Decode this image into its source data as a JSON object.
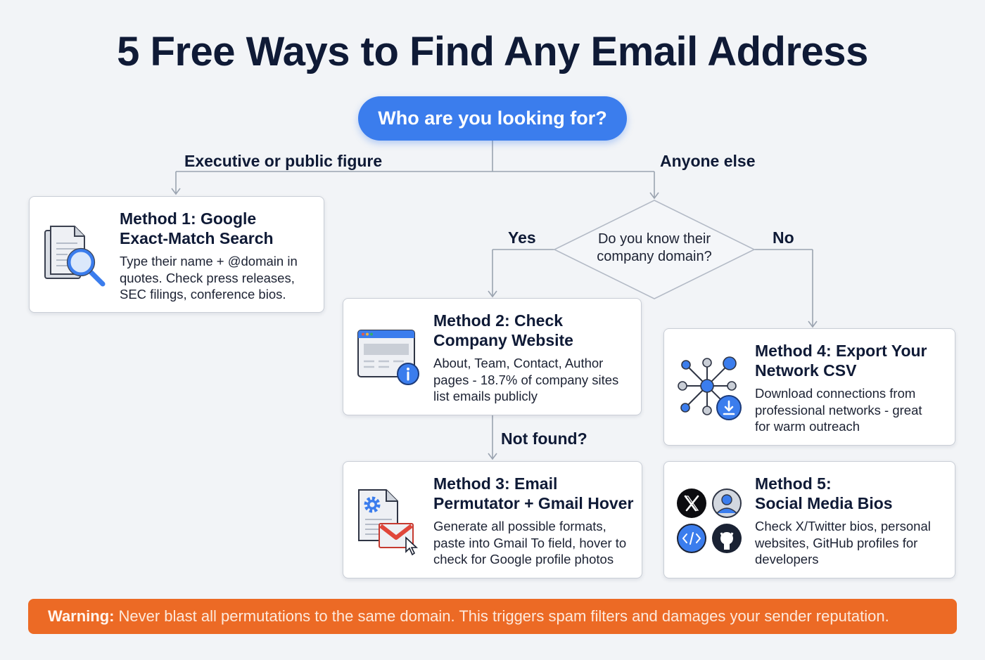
{
  "title": "5 Free Ways to Find Any Email Address",
  "start_node": {
    "label": "Who are you looking for?",
    "color": "#3b7ded"
  },
  "edge_labels": {
    "left_branch": "Executive or public figure",
    "right_branch": "Anyone else",
    "yes": "Yes",
    "no": "No",
    "not_found": "Not found?"
  },
  "decision": {
    "line1": "Do you know their",
    "line2": "company domain?"
  },
  "methods": [
    {
      "id": "method-1",
      "title_line1": "Method 1: Google",
      "title_line2": "Exact-Match Search",
      "body_line1": "Type their name + @domain in",
      "body_line2": "quotes. Check press releases,",
      "body_line3": "SEC filings, conference bios.",
      "icon": "document-search-icon"
    },
    {
      "id": "method-2",
      "title_line1": "Method 2: Check",
      "title_line2": "Company Website",
      "body_line1": "About, Team, Contact, Author",
      "body_line2": "pages - 18.7% of company sites",
      "body_line3": "list emails publicly",
      "icon": "browser-info-icon"
    },
    {
      "id": "method-3",
      "title_line1": "Method 3: Email",
      "title_line2": "Permutator + Gmail Hover",
      "body_line1": "Generate all possible formats,",
      "body_line2": "paste into Gmail To field, hover to",
      "body_line3": "check for Google profile photos",
      "icon": "document-gmail-cursor-icon"
    },
    {
      "id": "method-4",
      "title_line1": "Method 4: Export Your",
      "title_line2": "Network CSV",
      "body_line1": "Download connections from",
      "body_line2": "professional networks - great",
      "body_line3": "for warm outreach",
      "icon": "network-download-icon"
    },
    {
      "id": "method-5",
      "title_line1": "Method 5:",
      "title_line2": "Social Media Bios",
      "body_line1": "Check X/Twitter bios, personal",
      "body_line2": "websites, GitHub profiles for",
      "body_line3": "developers",
      "icon": "social-icons-grid"
    }
  ],
  "warning": {
    "label": "Warning:",
    "text": "Never blast all permutations to the same domain. This triggers spam filters and damages your sender reputation.",
    "color": "#ec6a25"
  },
  "colors": {
    "accent_blue": "#3b7ded",
    "line_gray": "#9aa3b0",
    "text_dark": "#0f1a36",
    "background": "#f2f4f7"
  }
}
